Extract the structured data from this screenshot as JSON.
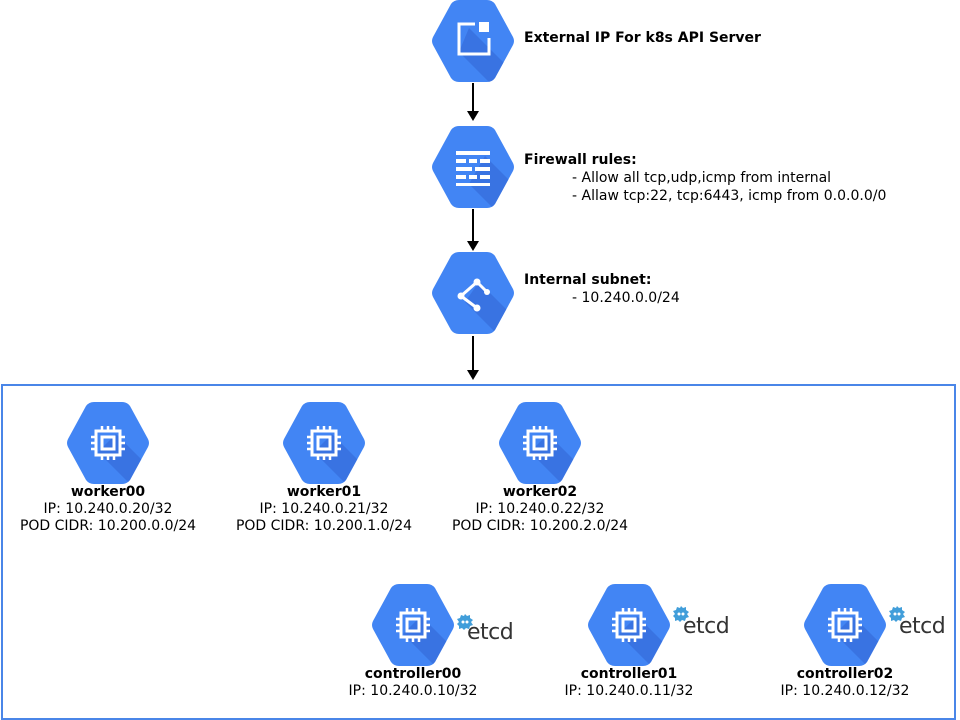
{
  "colors": {
    "hex": "#4285f4",
    "hex_shadow": "#3367d6",
    "frame": "#4a86e8",
    "etcd_logo": "#419eda"
  },
  "top": {
    "external_ip": {
      "icon": "external-ip-icon",
      "title": "External IP For k8s API Server"
    },
    "firewall": {
      "icon": "firewall-icon",
      "title": "Firewall rules:",
      "lines": [
        "- Allow all tcp,udp,icmp from internal",
        "- Allaw tcp:22, tcp:6443, icmp from 0.0.0.0/0"
      ]
    },
    "subnet": {
      "icon": "network-icon",
      "title": "Internal subnet:",
      "lines": [
        "- 10.240.0.0/24"
      ]
    }
  },
  "workers": [
    {
      "name": "worker00",
      "ip": "IP: 10.240.0.20/32",
      "pod": "POD CIDR: 10.200.0.0/24"
    },
    {
      "name": "worker01",
      "ip": "IP: 10.240.0.21/32",
      "pod": "POD CIDR: 10.200.1.0/24"
    },
    {
      "name": "worker02",
      "ip": "IP: 10.240.0.22/32",
      "pod": "POD CIDR: 10.200.2.0/24"
    }
  ],
  "controllers": [
    {
      "name": "controller00",
      "ip": "IP: 10.240.0.10/32",
      "logo": "etcd"
    },
    {
      "name": "controller01",
      "ip": "IP: 10.240.0.11/32",
      "logo": "etcd"
    },
    {
      "name": "controller02",
      "ip": "IP: 10.240.0.12/32",
      "logo": "etcd"
    }
  ]
}
